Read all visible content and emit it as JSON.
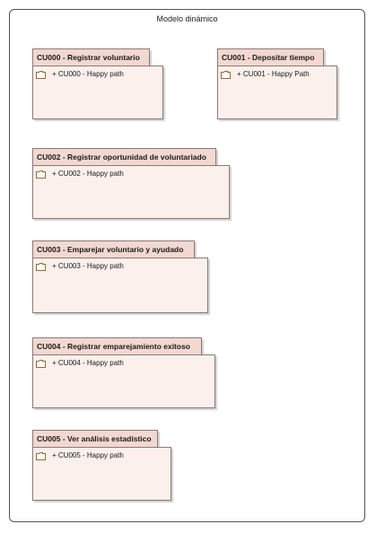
{
  "diagram": {
    "title": "Modelo dinámico",
    "packages": [
      {
        "name": "CU000 - Registrar voluntario",
        "item": "+ CU000 - Happy path"
      },
      {
        "name": "CU001 - Depositar tiempo",
        "item": "+ CU001 - Happy Path"
      },
      {
        "name": "CU002 - Registrar oportunidad de voluntariado",
        "item": "+ CU002 - Happy path"
      },
      {
        "name": "CU003 - Emparejar voluntario y ayudado",
        "item": "+ CU003 - Happy path"
      },
      {
        "name": "CU004 - Registrar emparejamiento exitoso",
        "item": "+ CU004 - Happy path"
      },
      {
        "name": "CU005 - Ver análisis estadístico",
        "item": "+ CU005 - Happy path"
      }
    ]
  },
  "icons": {
    "item_icon": "folder-icon"
  },
  "colors": {
    "tab_fill": "#f2d8d0",
    "body_fill": "#fbf0eb",
    "border": "#8a7a76"
  }
}
